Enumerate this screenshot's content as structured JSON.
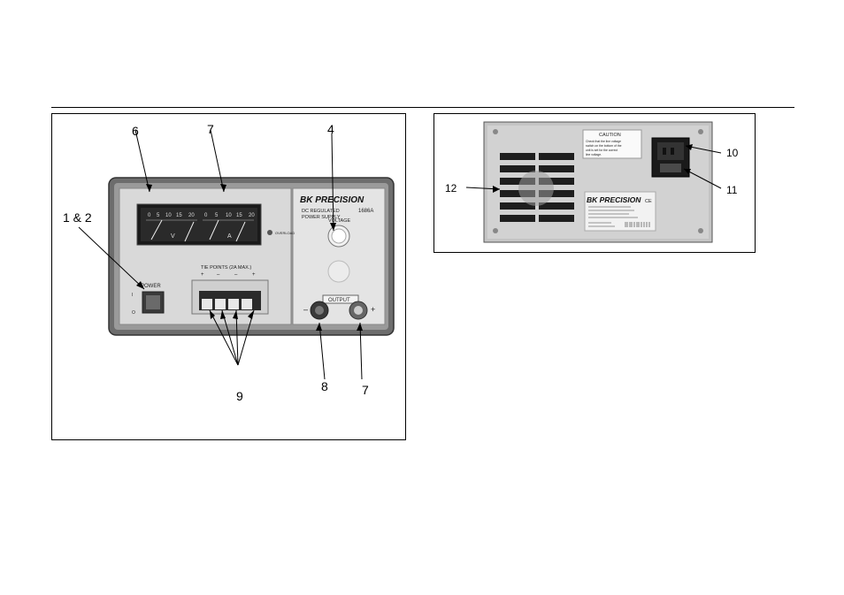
{
  "front": {
    "callouts": {
      "power": "1 & 2",
      "panel": "6",
      "meter": "7",
      "voltage_knob": "4",
      "tie_points": "9",
      "neg_terminal": "8",
      "pos_terminal": "7"
    },
    "brand": "BK PRECISION",
    "product_line1": "DC REGULATED",
    "product_line2": "POWER SUPPLY",
    "model": "1686A",
    "meter_v_scale": [
      "0",
      "5",
      "10",
      "15",
      "20"
    ],
    "meter_a_scale": [
      "0",
      "5",
      "10",
      "15",
      "20"
    ],
    "meter_v_unit": "V",
    "meter_a_unit": "A",
    "overload_label": "OVERLOAD",
    "voltage_label": "VOLTAGE",
    "power_label": "POWER",
    "power_on": "I",
    "power_off": "O",
    "tie_points_label": "TIE POINTS (2A MAX.)",
    "tie_signs": [
      "+",
      "–",
      "–",
      "+"
    ],
    "output_label": "OUTPUT",
    "neg_sign": "–",
    "pos_sign": "+"
  },
  "rear": {
    "callouts": {
      "fan": "12",
      "ac_inlet": "10",
      "fuse": "11"
    },
    "caution_title": "CAUTION",
    "caution_lines": [
      "Check that the line voltage",
      "switch on the bottom of the",
      "unit is set for the correct",
      "line voltage."
    ],
    "brand": "BK PRECISION",
    "ce_mark": "CE"
  }
}
